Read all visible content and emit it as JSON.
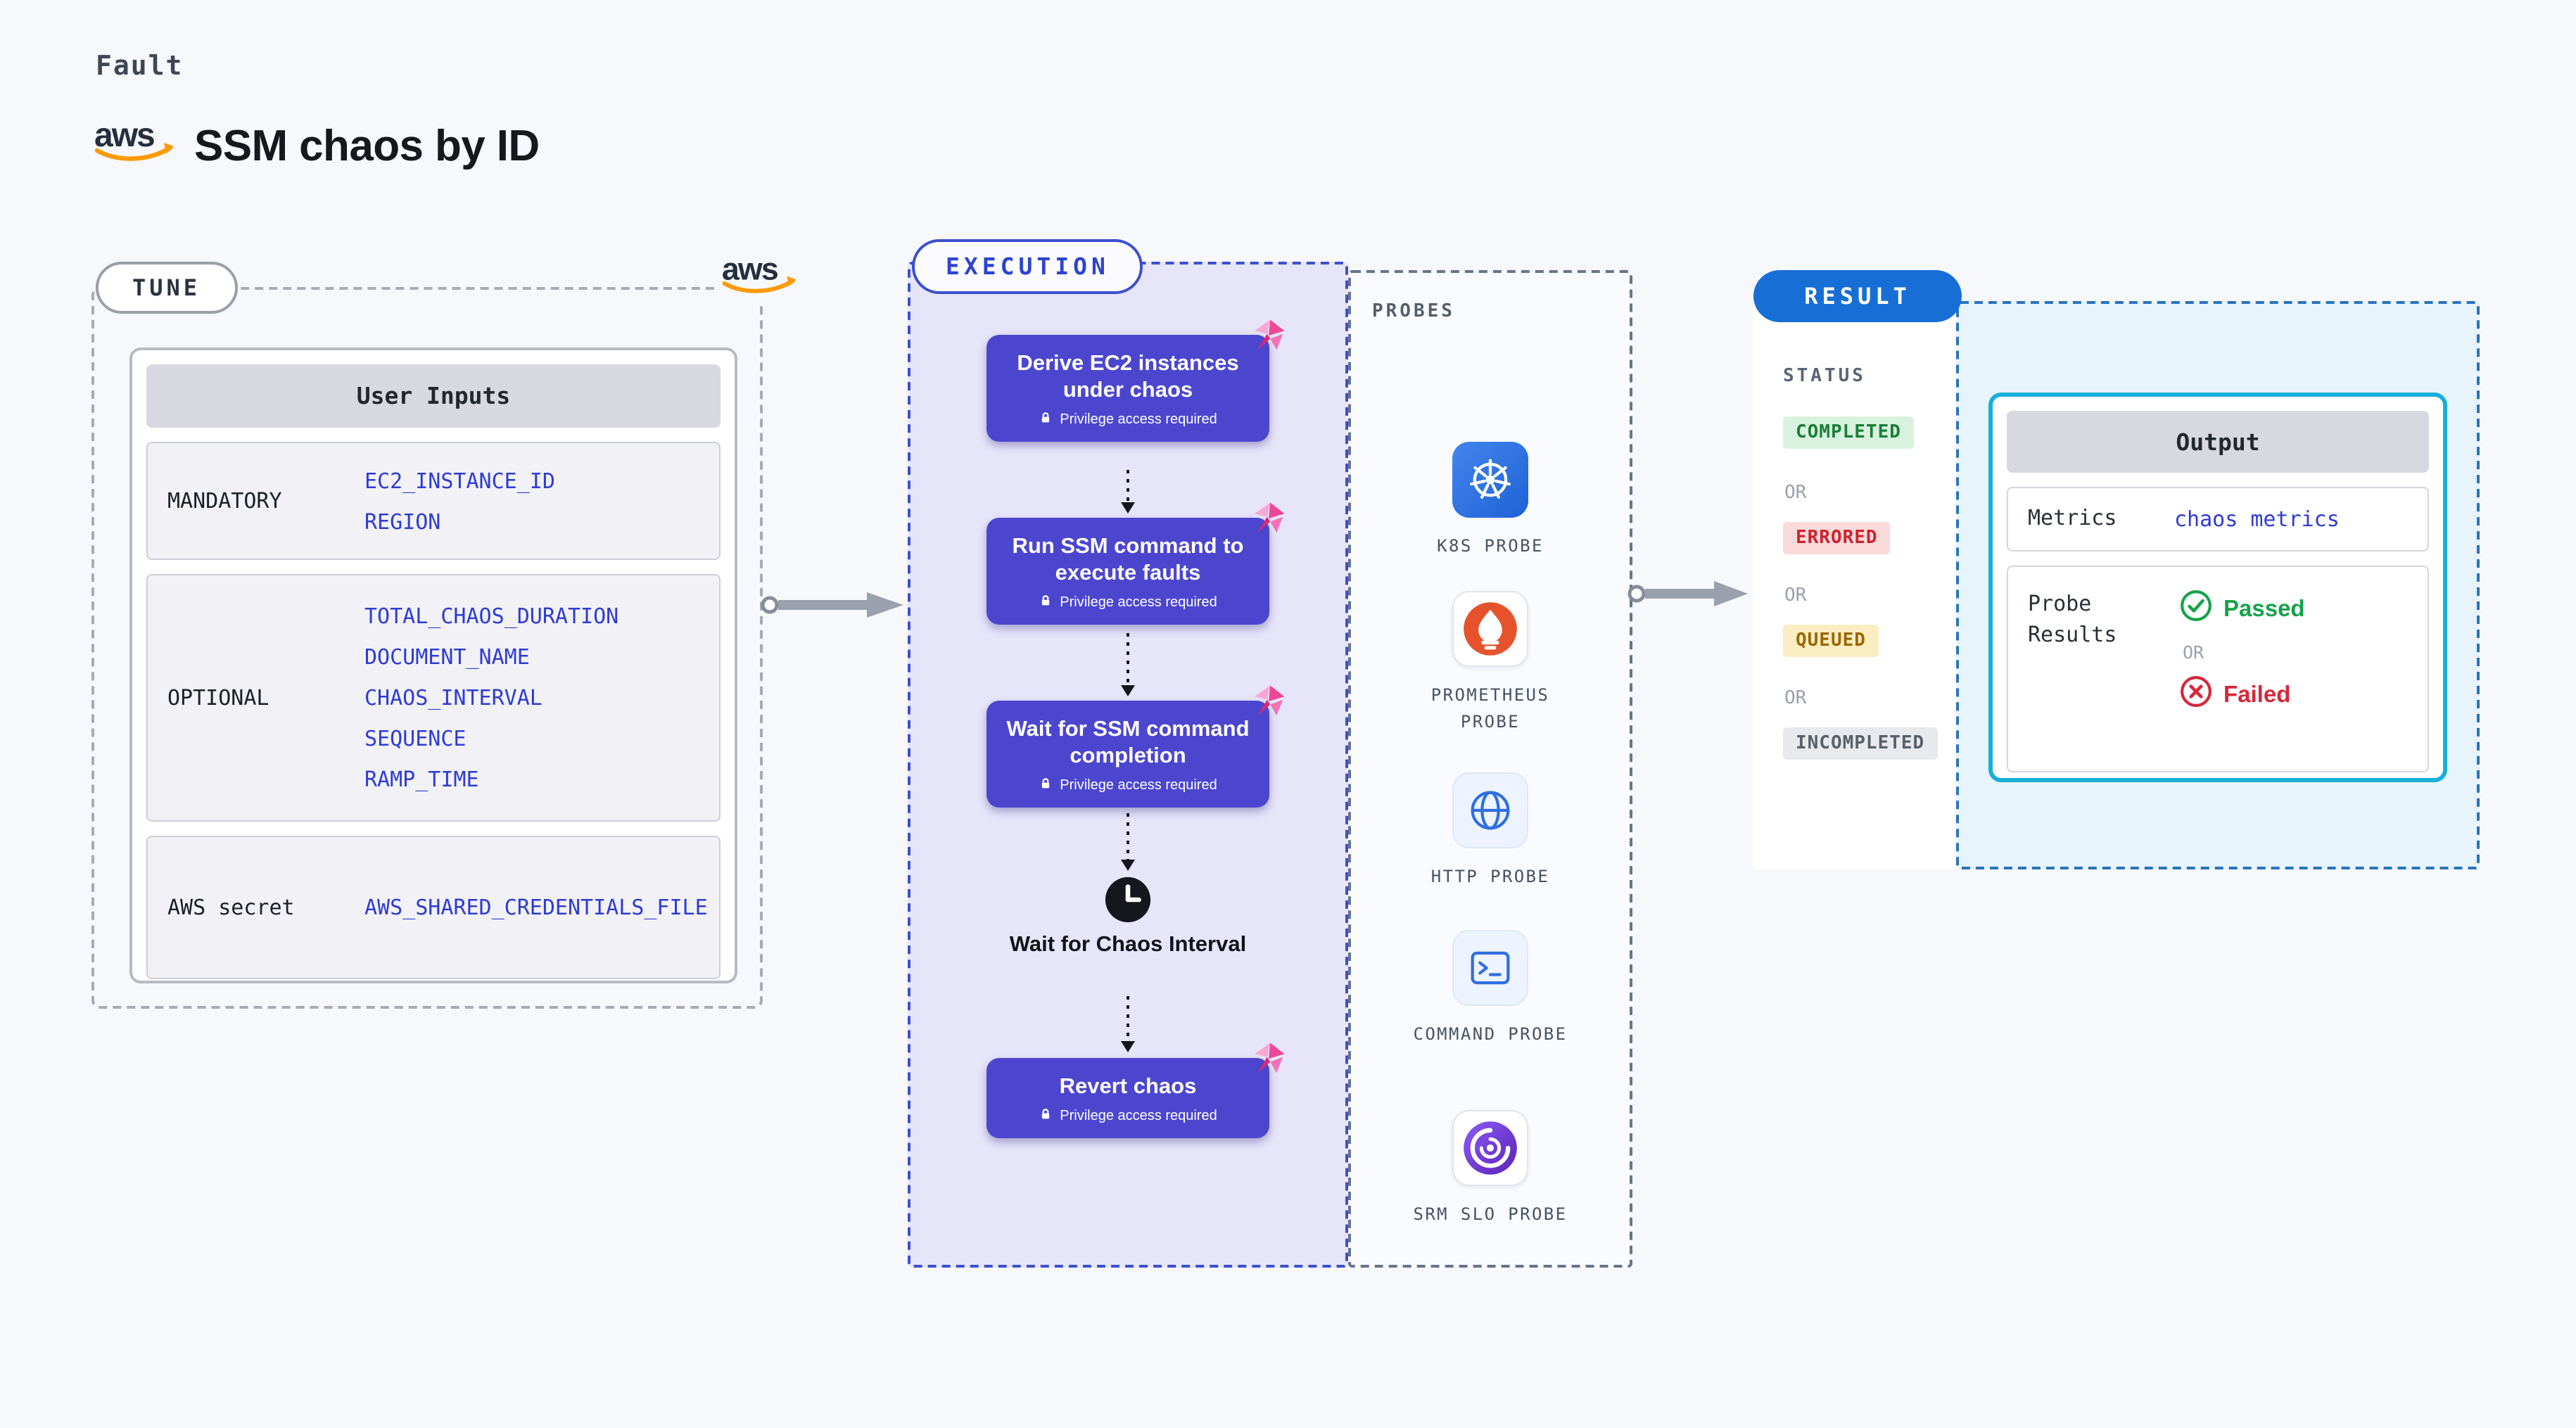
{
  "page": {
    "kicker": "Fault",
    "title": "SSM chaos by ID",
    "brand": "aws"
  },
  "tune": {
    "label": "TUNE",
    "inputs": {
      "header": "User Inputs",
      "mandatory_label": "MANDATORY",
      "mandatory_values": [
        "EC2_INSTANCE_ID",
        "REGION"
      ],
      "optional_label": "OPTIONAL",
      "optional_values": [
        "TOTAL_CHAOS_DURATION",
        "DOCUMENT_NAME",
        "CHAOS_INTERVAL",
        "SEQUENCE",
        "RAMP_TIME"
      ],
      "secret_label": "AWS secret",
      "secret_values": [
        "AWS_SHARED_CREDENTIALS_FILE"
      ]
    }
  },
  "execution": {
    "label": "EXECUTION",
    "privilege_note": "Privilege access required",
    "steps": [
      {
        "title": "Derive EC2 instances under chaos"
      },
      {
        "title": "Run SSM command to execute faults"
      },
      {
        "title": "Wait for SSM command completion"
      },
      {
        "title": "Wait for Chaos Interval"
      },
      {
        "title": "Revert chaos"
      }
    ]
  },
  "probes": {
    "label": "PROBES",
    "items": [
      {
        "name": "K8S PROBE"
      },
      {
        "name": "PROMETHEUS PROBE"
      },
      {
        "name": "HTTP PROBE"
      },
      {
        "name": "COMMAND PROBE"
      },
      {
        "name": "SRM SLO PROBE"
      }
    ]
  },
  "result": {
    "label": "RESULT",
    "status_label": "STATUS",
    "or_label": "OR",
    "statuses": [
      {
        "text": "COMPLETED",
        "tone": "success"
      },
      {
        "text": "ERRORED",
        "tone": "error"
      },
      {
        "text": "QUEUED",
        "tone": "warning"
      },
      {
        "text": "INCOMPLETED",
        "tone": "neutral"
      }
    ],
    "output": {
      "header": "Output",
      "metrics_label": "Metrics",
      "metrics_value": "chaos metrics",
      "probe_results_label": "Probe Results",
      "passed_label": "Passed",
      "or_label": "OR",
      "failed_label": "Failed"
    }
  },
  "colors": {
    "accent_blue": "#176fd6",
    "execution_purple": "#4c46cf",
    "chaos_pink": "#ec4899",
    "aws_orange": "#ff9900",
    "link_blue": "#2f3bd4",
    "success_green": "#1a7f37",
    "error_red": "#cf222e",
    "warning_amber": "#9a6700",
    "neutral_gray": "#57606a"
  }
}
